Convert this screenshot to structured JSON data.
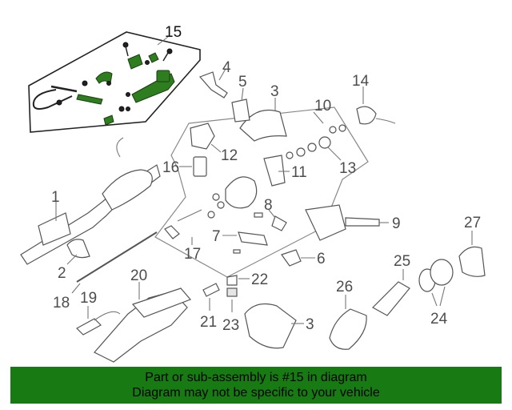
{
  "labels": {
    "l1": "1",
    "l2": "2",
    "l3a": "3",
    "l3b": "3",
    "l4": "4",
    "l5": "5",
    "l6": "6",
    "l7": "7",
    "l8": "8",
    "l9": "9",
    "l10": "10",
    "l11": "11",
    "l12": "12",
    "l13": "13",
    "l14": "14",
    "l15": "15",
    "l16": "16",
    "l17": "17",
    "l18": "18",
    "l19": "19",
    "l20": "20",
    "l21": "21",
    "l22": "22",
    "l23": "23",
    "l24": "24",
    "l25": "25",
    "l26": "26",
    "l27": "27"
  },
  "highlight_color": "#2e7d1f",
  "banner": {
    "line1": "Part or sub-assembly is #15 in diagram",
    "line2": "Diagram may not be specific to your vehicle",
    "color": "#177a12"
  }
}
